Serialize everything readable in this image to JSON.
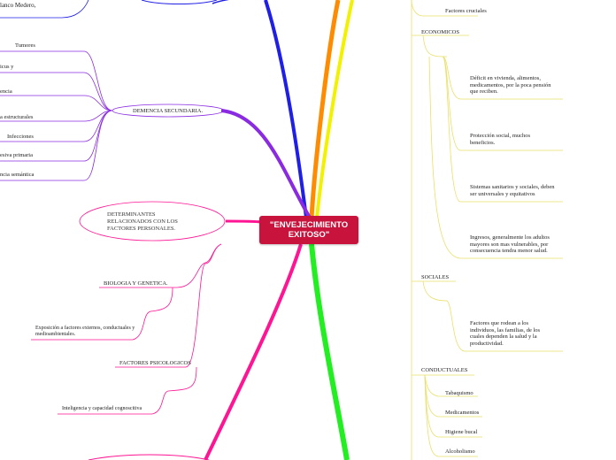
{
  "central_topic": "\"ENVEJECIMIENTO EXITOSO\"",
  "top_left": {
    "fragment": "lanco Medero,"
  },
  "demencia_secundaria": {
    "title": "DEMENCIA SECUNDARIA.",
    "items": [
      "Tumores",
      "icus y",
      "encia",
      "a estructurales",
      "Infecciones",
      "esiva primaria",
      "ncia semántica"
    ]
  },
  "determinantes": {
    "title": "DETERMINANTES RELACIONADOS CON LOS FACTORES PERSONALES.",
    "biologia": {
      "title": "BIOLOGIA Y GENETICA.",
      "item": "Exposición a factores externos, conductuales y medioambientales."
    },
    "psicologicos": {
      "title": "FACTORES PSICOLOGICOS",
      "item": "Inteligencia y capacidad cognoscitiva"
    }
  },
  "right_branch": {
    "top_item": "Factores cruciales",
    "economicos": {
      "title": "ECONOMICOS",
      "items": [
        "Déficit en vivienda, alimentos, medicamentos, por la poca pensión que reciben.",
        "Protección social, muchos beneficios.",
        "Sistemas sanitarios y sociales, deben ser universales y equitativos",
        "Ingresos, generalmente los adultos mayores son mas vulnerables, por consecuencia tendra menor salud."
      ]
    },
    "sociales": {
      "title": "SOCIALES",
      "items": [
        "Factores que rodean a los individuos, las familias, de los cuales dependen la salud y la productividad."
      ]
    },
    "conductuales": {
      "title": "CONDUCTUALES",
      "items": [
        "Tabaquismo",
        "Medicamentos",
        "Higiene bucal",
        "Alcoholismo"
      ]
    }
  },
  "colors": {
    "central": "#c8143c",
    "branch_blue": "#1f1fe6",
    "branch_orange": "#ff8c00",
    "branch_yellow": "#f2f200",
    "branch_purple": "#8a2be2",
    "branch_magenta": "#ff1493",
    "branch_green": "#22ee22",
    "sub_yellow": "#e8e06a"
  }
}
